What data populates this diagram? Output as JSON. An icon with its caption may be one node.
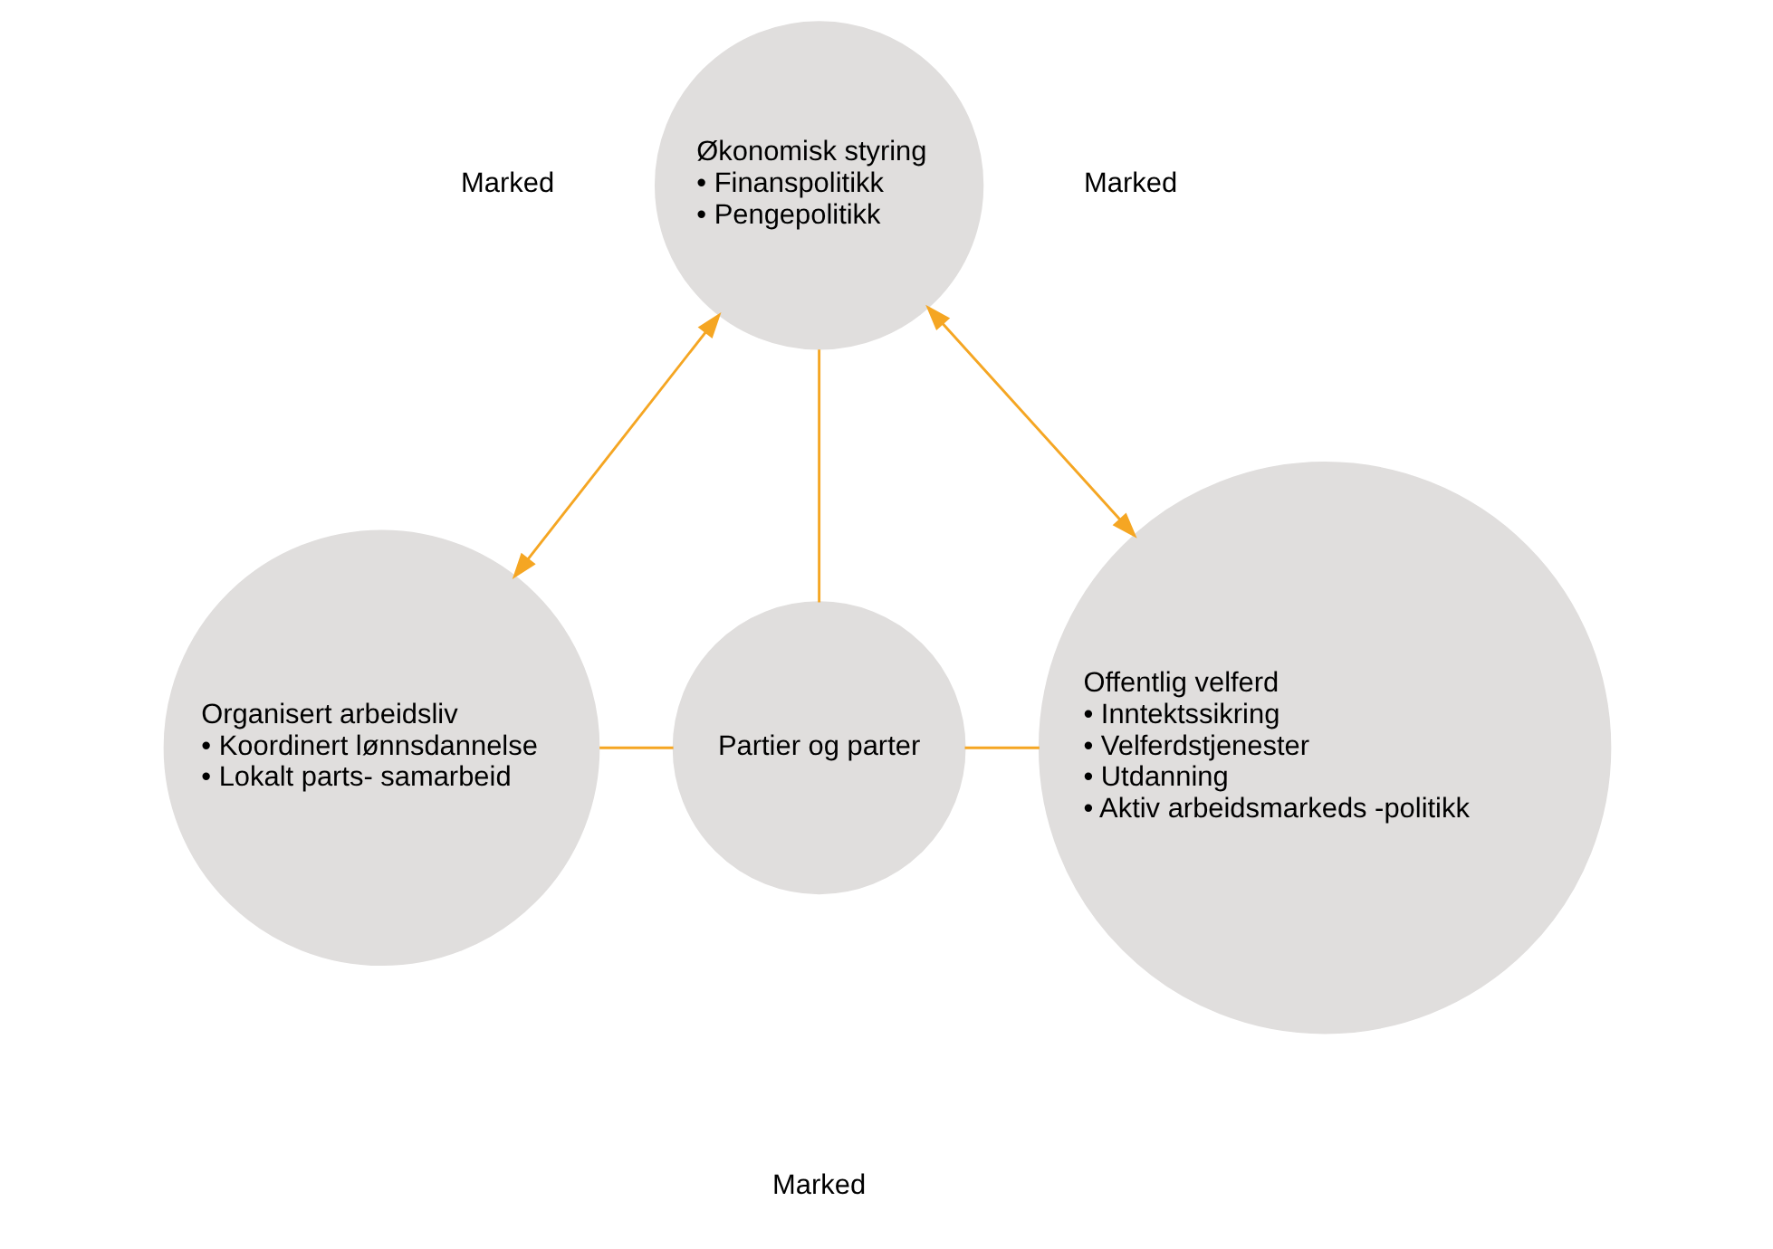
{
  "diagram": {
    "nodes": [
      {
        "text": [
          "Økonomisk styring",
          "• Finanspolitikk",
          "• Pengepolitikk"
        ]
      },
      {
        "text": [
          "Organisert arbeidsliv",
          "• Koordinert lønnsdannelse",
          "• Lokalt parts- samarbeid"
        ]
      },
      {
        "text": [
          "Partier og parter"
        ]
      },
      {
        "text": [
          "Offentlig velferd",
          "• Inntektssikring",
          "• Velferdstjenester",
          "• Utdanning",
          "• Aktiv arbeidsmarkeds -politikk"
        ]
      }
    ],
    "edges": [
      {
        "from": 0,
        "to": 1,
        "arrow": "both"
      },
      {
        "from": 0,
        "to": 3,
        "arrow": "both"
      },
      {
        "from": 2,
        "to": 0,
        "arrow": "none"
      },
      {
        "from": 1,
        "to": 2,
        "arrow": "none"
      },
      {
        "from": 2,
        "to": 3,
        "arrow": "none"
      }
    ],
    "labels": [
      "Marked",
      "Marked",
      "Marked"
    ]
  }
}
